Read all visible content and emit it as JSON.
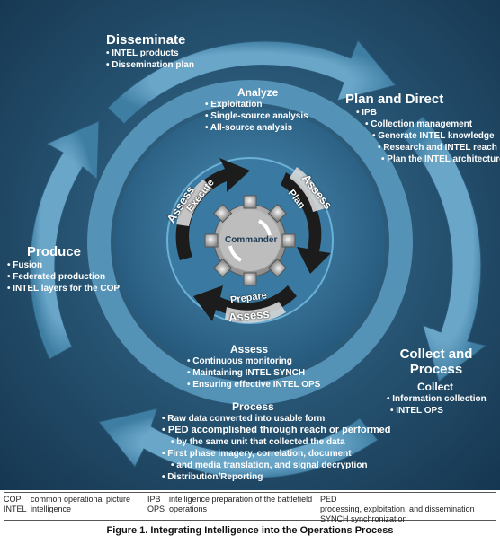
{
  "disseminate": {
    "title": "Disseminate",
    "items": [
      "INTEL products",
      "Dissemination plan"
    ]
  },
  "plan_direct": {
    "title": "Plan and Direct",
    "items": [
      "IPB",
      "Collection management",
      "Generate INTEL knowledge",
      "Research and INTEL reach",
      "Plan the INTEL architecture"
    ]
  },
  "produce": {
    "title": "Produce",
    "items": [
      "Fusion",
      "Federated production",
      "INTEL layers for the COP"
    ]
  },
  "collect_process": {
    "title": "Collect and Process",
    "subtitle": "Collect",
    "items": [
      "Information collection",
      "INTEL OPS"
    ]
  },
  "analyze": {
    "title": "Analyze",
    "items": [
      "Exploitation",
      "Single-source analysis",
      "All-source analysis"
    ]
  },
  "assess": {
    "title": "Assess",
    "items": [
      "Continuous monitoring",
      "Maintaining INTEL SYNCH",
      "Ensuring effective INTEL OPS"
    ]
  },
  "process": {
    "title": "Process",
    "items": [
      "Raw data converted into usable form",
      "PED accomplished through reach or performed",
      "by the same unit that collected the data",
      "First phase imagery, correlation, document",
      "and media translation, and signal decryption",
      "Distribution/Reporting"
    ]
  },
  "inner_cycle": {
    "execute": "Execute",
    "plan": "Plan",
    "prepare": "Prepare",
    "assess": "Assess",
    "commander": "Commander"
  },
  "legend": [
    {
      "abbr": "COP",
      "def": "common operational picture"
    },
    {
      "abbr": "INTEL",
      "def": "intelligence"
    },
    {
      "abbr": "IPB",
      "def": "intelligence preparation of the battlefield"
    },
    {
      "abbr": "OPS",
      "def": "operations"
    },
    {
      "abbr": "PED",
      "def": "processing, exploitation, and dissemination"
    },
    {
      "abbr": "SYNCH",
      "def": "synchronization"
    }
  ],
  "caption": "Figure 1. Integrating Intelligence into the Operations Process",
  "colors": {
    "background": "#24506e",
    "ring": "#4f8db3",
    "inner_disc": "#2f6a90",
    "arrow_dark": "#1b1b1b",
    "arrow_light": "#d9d9d9"
  }
}
